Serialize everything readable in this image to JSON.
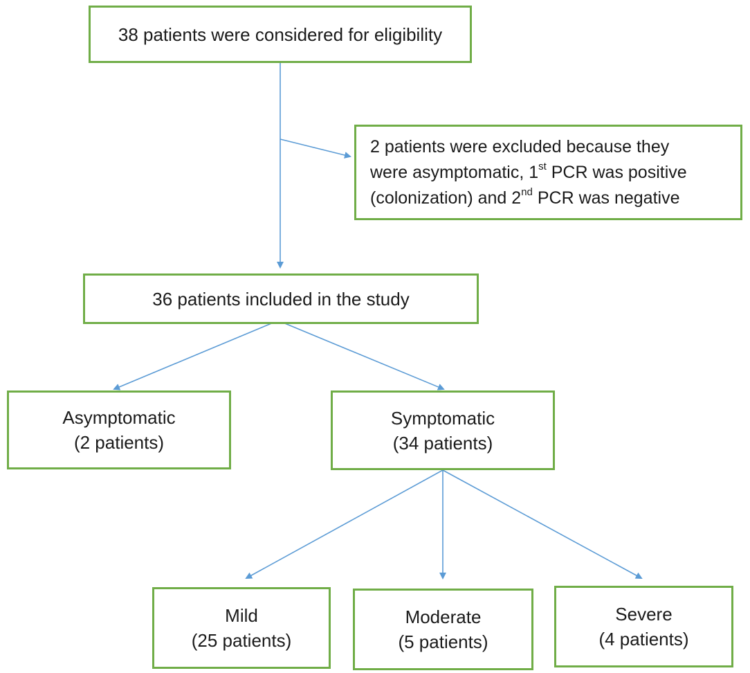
{
  "nodes": {
    "eligibility": {
      "text": "38 patients were considered for eligibility"
    },
    "excluded": {
      "line1": "2 patients were excluded because they",
      "line2_pre": "were asymptomatic, 1",
      "line2_sup": "st",
      "line2_post": " PCR was positive",
      "line3_pre": "(colonization) and 2",
      "line3_sup": "nd",
      "line3_post": " PCR was negative"
    },
    "included": {
      "text": "36 patients included in the study"
    },
    "asymptomatic": {
      "label": "Asymptomatic",
      "count": "(2 patients)"
    },
    "symptomatic": {
      "label": "Symptomatic",
      "count": "(34 patients)"
    },
    "mild": {
      "label": "Mild",
      "count": "(25 patients)"
    },
    "moderate": {
      "label": "Moderate",
      "count": "(5 patients)"
    },
    "severe": {
      "label": "Severe",
      "count": "(4 patients)"
    }
  },
  "colors": {
    "box_border": "#70ad47",
    "connector": "#5b9bd5",
    "text": "#1a1a1a"
  }
}
